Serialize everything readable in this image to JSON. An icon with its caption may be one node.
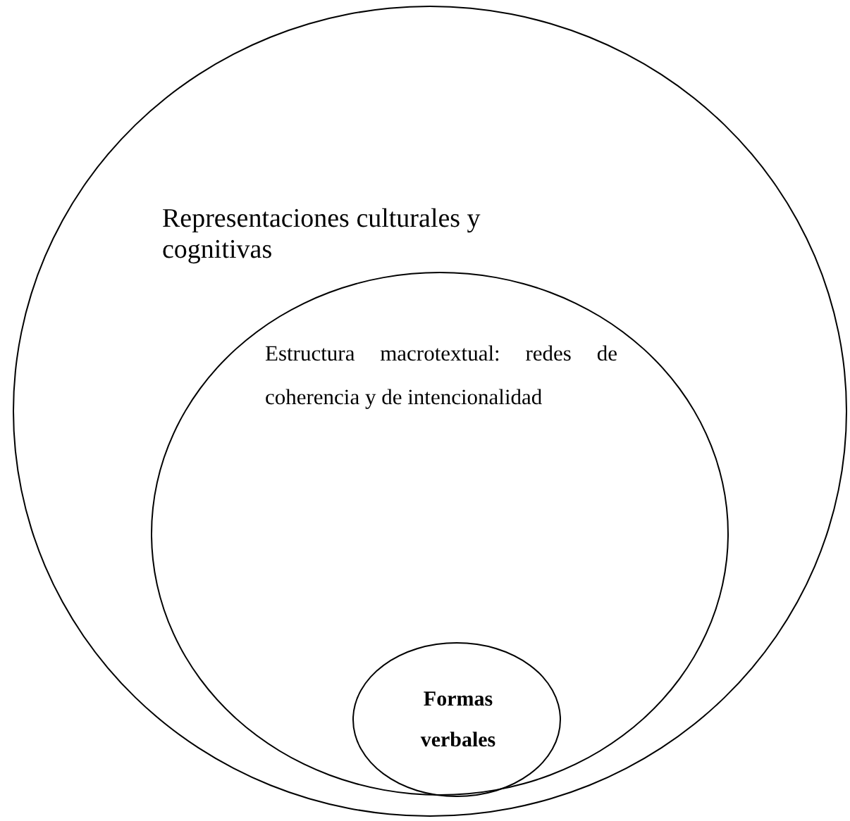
{
  "diagram": {
    "nodes": [
      {
        "text": [
          "Representaciones culturales y cognitivas"
        ]
      },
      {
        "text": [
          "Estructura macrotextual: redes de coherencia y de intencionalidad"
        ],
        "in": 0
      },
      {
        "text": [
          "Formas verbales"
        ],
        "in": 1
      }
    ]
  }
}
